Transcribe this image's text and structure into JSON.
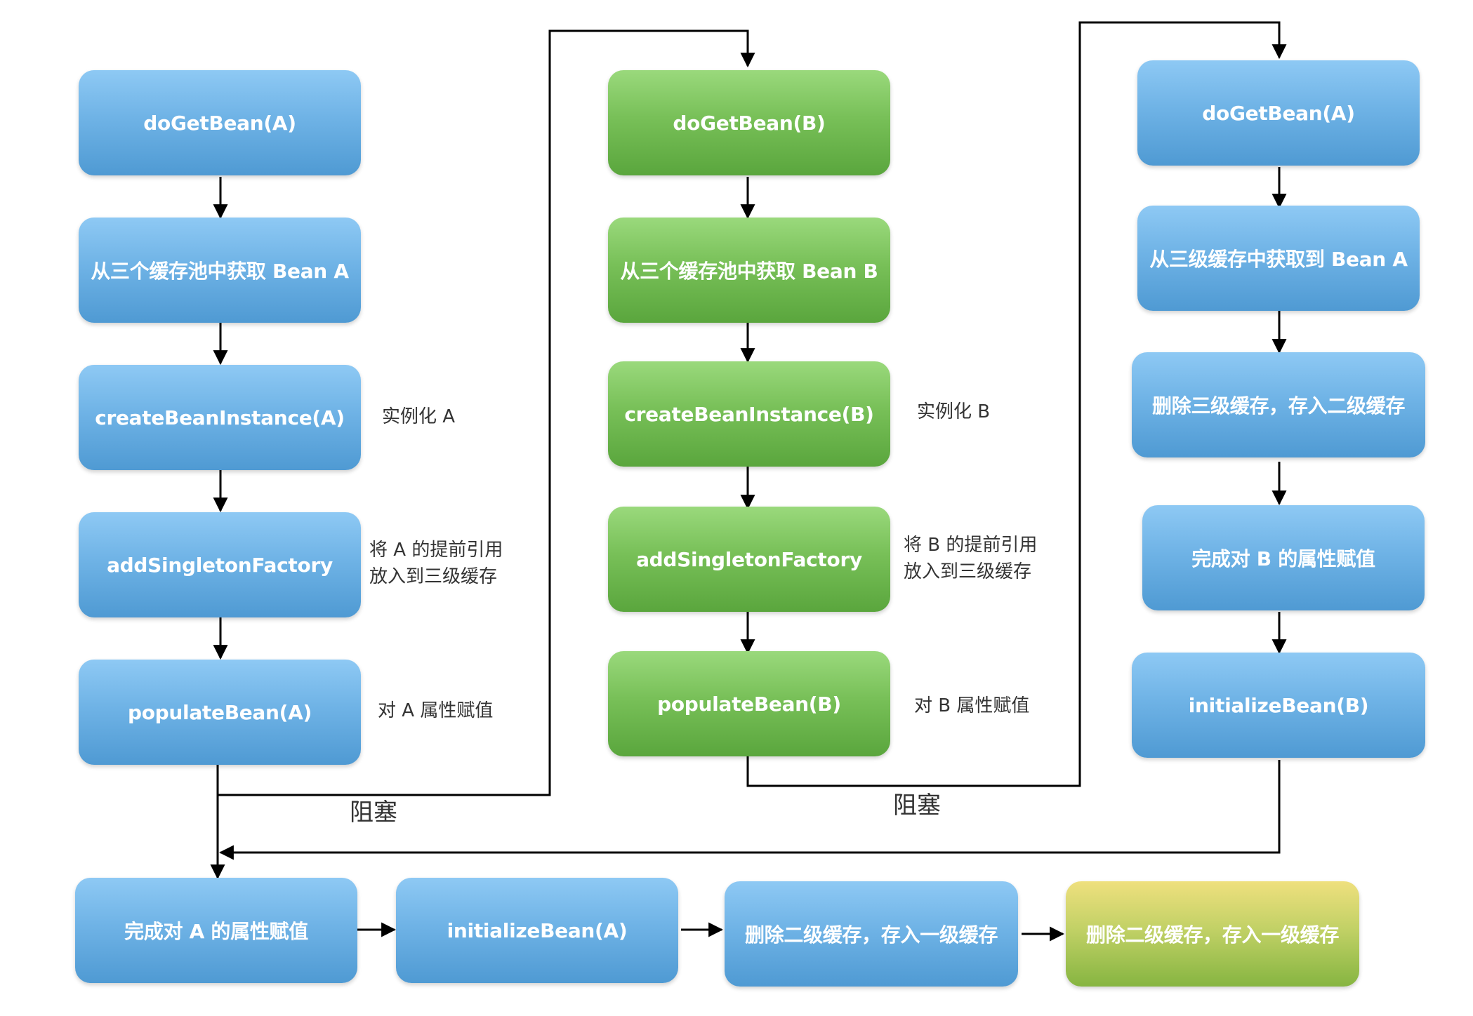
{
  "colA": {
    "do_get_bean": "doGetBean(A)",
    "get_from_cache": "从三个缓存池中获取 Bean A",
    "create_instance": "createBeanInstance(A)",
    "add_factory": "addSingletonFactory",
    "populate": "populateBean(A)"
  },
  "colB": {
    "do_get_bean": "doGetBean(B)",
    "get_from_cache": "从三个缓存池中获取 Bean B",
    "create_instance": "createBeanInstance(B)",
    "add_factory": "addSingletonFactory",
    "populate": "populateBean(B)"
  },
  "colC": {
    "do_get_bean": "doGetBean(A)",
    "get_from_l3": "从三级缓存中获取到 Bean A",
    "move_cache": "删除三级缓存，存入二级缓存",
    "finish_b_props": "完成对 B 的属性赋值",
    "initialize_b": "initializeBean(B)"
  },
  "bottom": {
    "finish_a_props": "完成对 A 的属性赋值",
    "initialize_a": "initializeBean(A)",
    "move_l2_l1": "删除二级缓存，存入一级缓存",
    "move_l2_l1_final": "删除二级缓存，存入一级缓存"
  },
  "notes": {
    "instantiate_a": "实例化 A",
    "put_a_l3": "将 A 的提前引用\n放入到三级缓存",
    "assign_a": "对 A 属性赋值",
    "instantiate_b": "实例化 B",
    "put_b_l3": "将 B 的提前引用\n放入到三级缓存",
    "assign_b": "对 B 属性赋值",
    "blocked_1": "阻塞",
    "blocked_2": "阻塞"
  },
  "colors": {
    "blue": "#6fb3e6",
    "green": "#78c058",
    "yellow_green": "#c2d166",
    "line": "#000000"
  }
}
